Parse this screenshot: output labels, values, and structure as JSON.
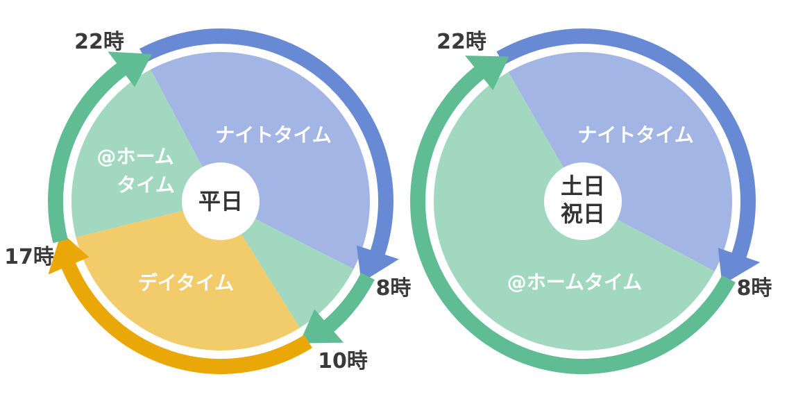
{
  "colors": {
    "night_fill": "#a3b5e4",
    "night_ring": "#6889d4",
    "home_fill": "#a2d8bf",
    "home_ring": "#5fbc93",
    "day_fill": "#f2cb6a",
    "day_ring": "#e9a808",
    "center": "#ffffff"
  },
  "diagrams": [
    {
      "center_label": "平日",
      "segments": [
        {
          "label": "ナイトタイム",
          "from_hour": 22,
          "to_hour": 8,
          "type": "night"
        },
        {
          "label": "",
          "from_hour": 8,
          "to_hour": 10,
          "type": "home"
        },
        {
          "label": "デイタイム",
          "from_hour": 10,
          "to_hour": 17,
          "type": "day"
        },
        {
          "label_line1": "@ホーム",
          "label_line2": "タイム",
          "from_hour": 17,
          "to_hour": 22,
          "type": "home"
        }
      ],
      "hour_labels": [
        "22時",
        "8時",
        "10時",
        "17時"
      ]
    },
    {
      "center_label_line1": "土日",
      "center_label_line2": "祝日",
      "segments": [
        {
          "label": "ナイトタイム",
          "from_hour": 22,
          "to_hour": 8,
          "type": "night"
        },
        {
          "label": "@ホームタイム",
          "from_hour": 8,
          "to_hour": 22,
          "type": "home"
        }
      ],
      "hour_labels": [
        "22時",
        "8時"
      ]
    }
  ]
}
